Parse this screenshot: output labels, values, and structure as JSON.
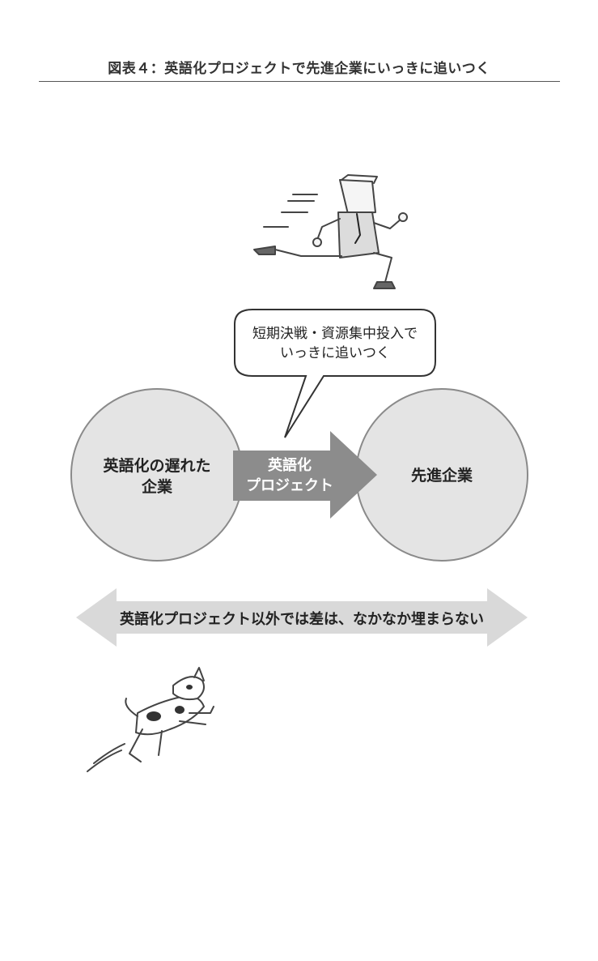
{
  "figure": {
    "title": "図表４：英語化プロジェクトで先進企業にいっきに追いつく"
  },
  "nodes": {
    "left_circle": {
      "line1": "英語化の遅れた",
      "line2": "企業"
    },
    "right_circle": {
      "label": "先進企業"
    }
  },
  "center_arrow": {
    "line1": "英語化",
    "line2": "プロジェクト"
  },
  "speech_bubble": {
    "line1": "短期決戦・資源集中投入で",
    "line2": "いっきに追いつく"
  },
  "bottom_arrow": {
    "label": "英語化プロジェクト以外では差は、なかなか埋まらない"
  },
  "illustrations": {
    "top": "running-businessman",
    "bottom": "running-dog"
  },
  "colors": {
    "circle_fill": "#e4e4e4",
    "circle_stroke": "#8a8a8a",
    "arrow_fill": "#8c8c8c",
    "band_fill": "#d9d9d9"
  }
}
